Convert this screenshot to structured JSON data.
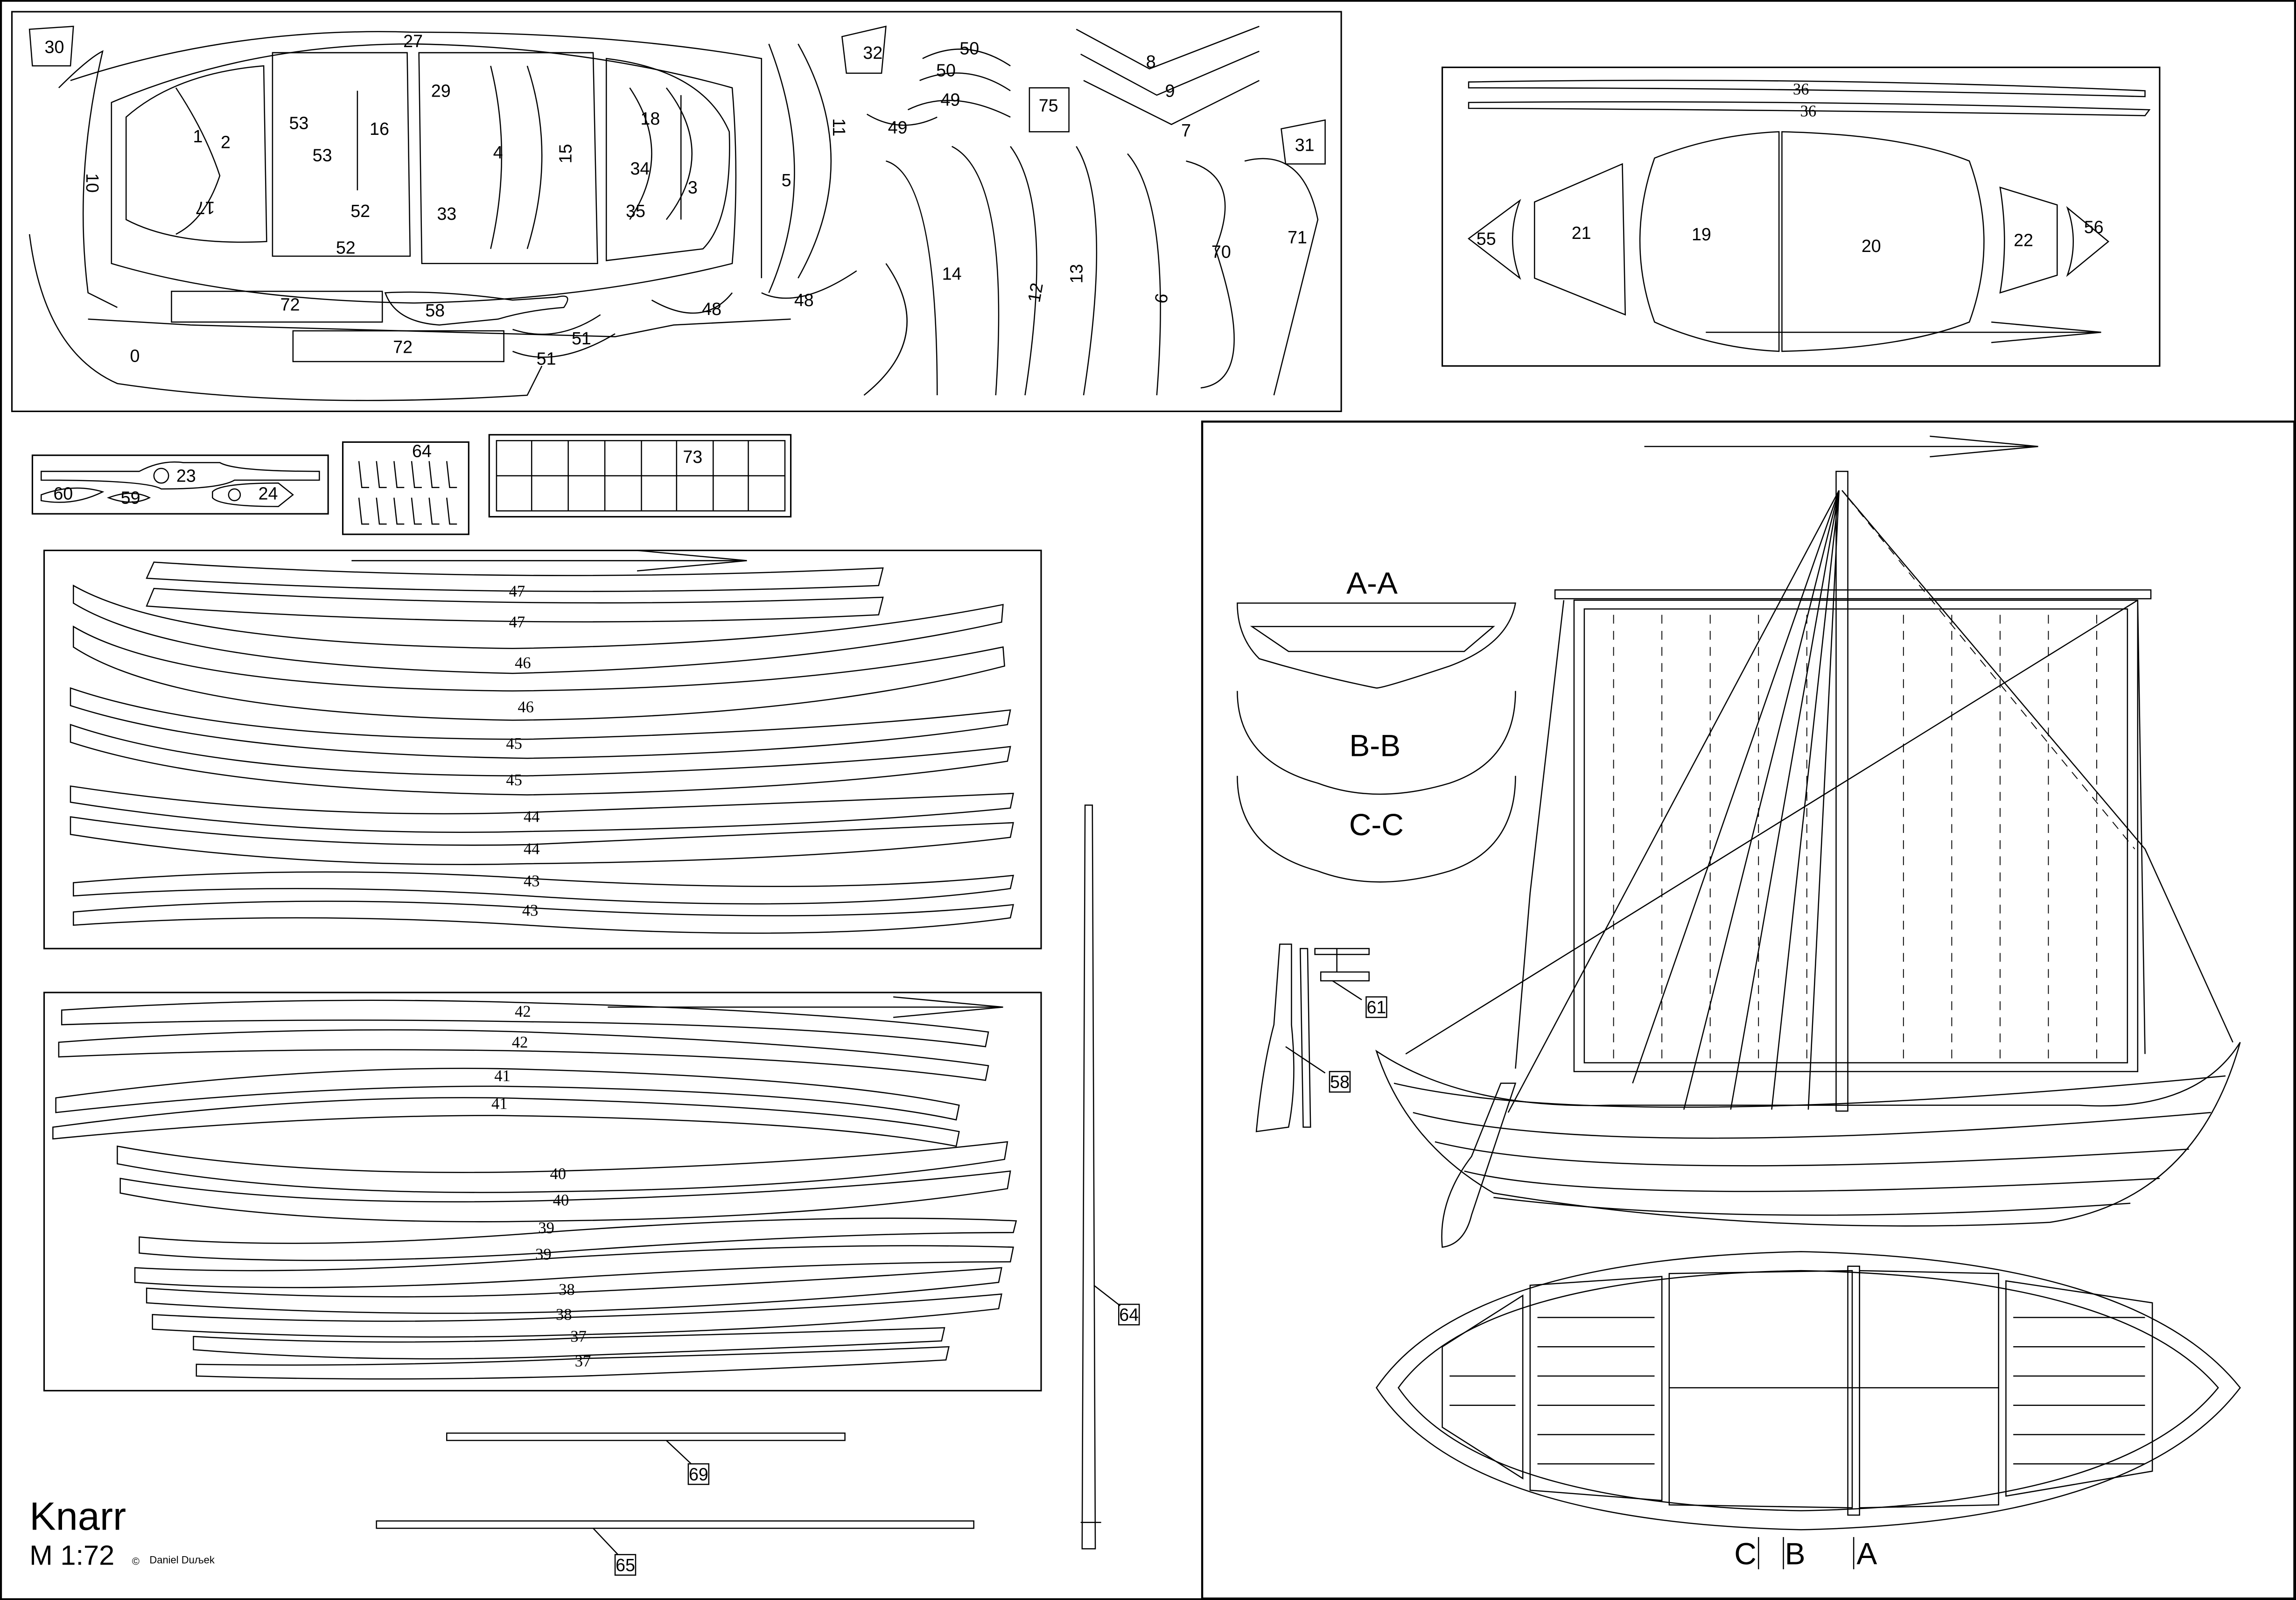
{
  "title": "Knarr",
  "scale": "M 1:72",
  "copyright_symbol": "©",
  "author": "Daniel Duљek",
  "sections": {
    "aa": "A-A",
    "bb": "B-B",
    "cc": "C-C",
    "marker_c": "C",
    "marker_b": "B",
    "marker_a": "A"
  },
  "sheet1_labels": [
    "30",
    "27",
    "32",
    "50",
    "50",
    "8",
    "9",
    "75",
    "49",
    "49",
    "7",
    "31",
    "10",
    "1",
    "2",
    "53",
    "53",
    "16",
    "29",
    "4",
    "15",
    "18",
    "34",
    "35",
    "3",
    "5",
    "11",
    "17",
    "52",
    "52",
    "33",
    "14",
    "12",
    "13",
    "6",
    "70",
    "71",
    "72",
    "58",
    "48",
    "48",
    "72",
    "51",
    "51",
    "0"
  ],
  "sheet2_labels": [
    "36",
    "36",
    "55",
    "21",
    "19",
    "20",
    "22",
    "56"
  ],
  "small_labels": {
    "p23": "23",
    "p24": "24",
    "p60": "60",
    "p59": "59",
    "p64": "64",
    "p73": "73"
  },
  "strips_a": [
    "47",
    "47",
    "46",
    "46",
    "45",
    "45",
    "44",
    "44",
    "43",
    "43"
  ],
  "strips_b": [
    "42",
    "42",
    "41",
    "41",
    "40",
    "40",
    "39",
    "39",
    "38",
    "38",
    "37",
    "37"
  ],
  "callouts": {
    "p69": "69",
    "p65": "65",
    "p64": "64",
    "p61": "61",
    "p58": "58"
  }
}
